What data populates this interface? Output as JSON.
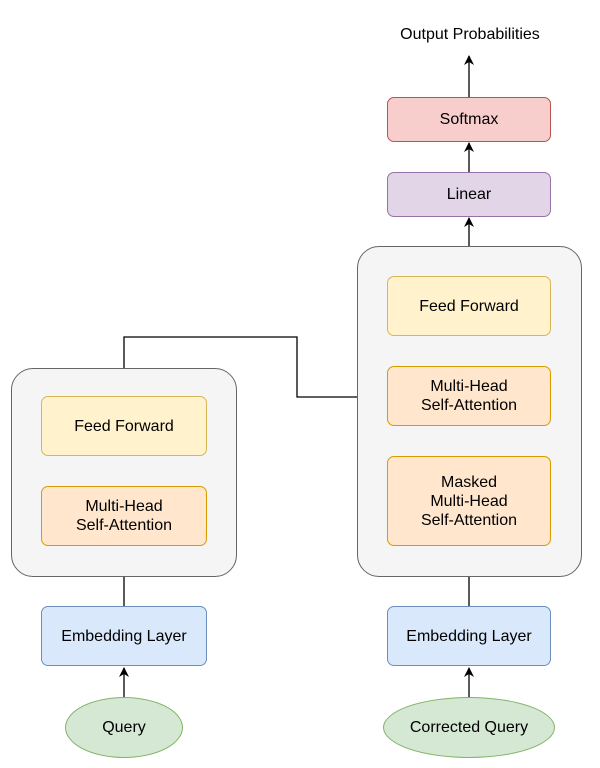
{
  "title": "Output Probabilities",
  "colors": {
    "container_fill": "#f5f5f5",
    "container_stroke": "#666666",
    "feed_forward_fill": "#fff2cc",
    "feed_forward_stroke": "#d6b656",
    "attention_fill": "#ffe6cc",
    "attention_stroke": "#d79b00",
    "embedding_fill": "#dae8fc",
    "embedding_stroke": "#6c8ebf",
    "input_fill": "#d5e8d4",
    "input_stroke": "#82b366",
    "linear_fill": "#e1d5e7",
    "linear_stroke": "#9673a6",
    "softmax_fill": "#f8cecc",
    "softmax_stroke": "#b85450",
    "arrow": "#000000"
  },
  "encoder": {
    "feed_forward": "Feed Forward",
    "attention": "Multi-Head\nSelf-Attention",
    "embedding": "Embedding Layer",
    "input": "Query"
  },
  "decoder": {
    "feed_forward": "Feed Forward",
    "attention": "Multi-Head\nSelf-Attention",
    "masked_attention": "Masked\nMulti-Head\nSelf-Attention",
    "embedding": "Embedding Layer",
    "input": "Corrected Query",
    "linear": "Linear",
    "softmax": "Softmax"
  }
}
